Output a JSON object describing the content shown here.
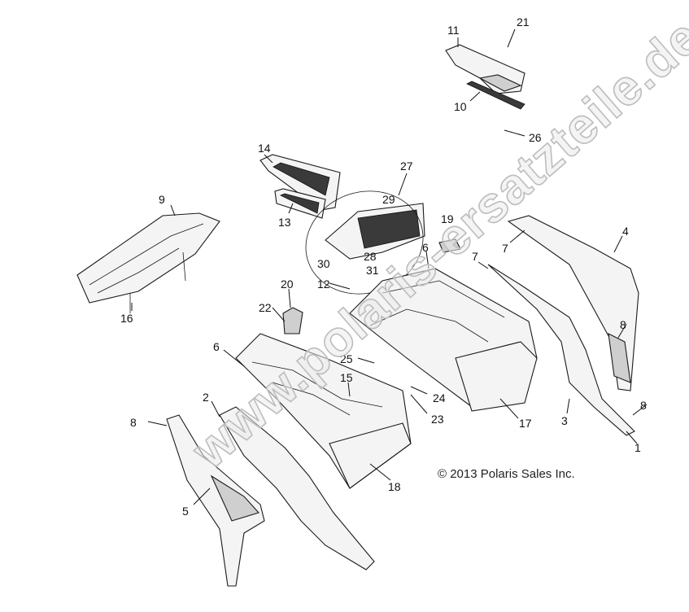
{
  "callouts": [
    "11",
    "21",
    "10",
    "26",
    "14",
    "27",
    "29",
    "19",
    "9",
    "13",
    "28",
    "6",
    "7",
    "7",
    "4",
    "30",
    "31",
    "12",
    "20",
    "22",
    "16",
    "25",
    "6",
    "15",
    "24",
    "23",
    "17",
    "2",
    "3",
    "8",
    "8",
    "8",
    "5",
    "18",
    "1"
  ],
  "copyright": "© 2013 Polaris Sales Inc.",
  "watermark": "www.polaris-ersatzteile.de",
  "colors": {
    "line": "#1a1a1a",
    "fill": "#f4f4f4",
    "watermark_stroke": "#bdbdbd"
  }
}
